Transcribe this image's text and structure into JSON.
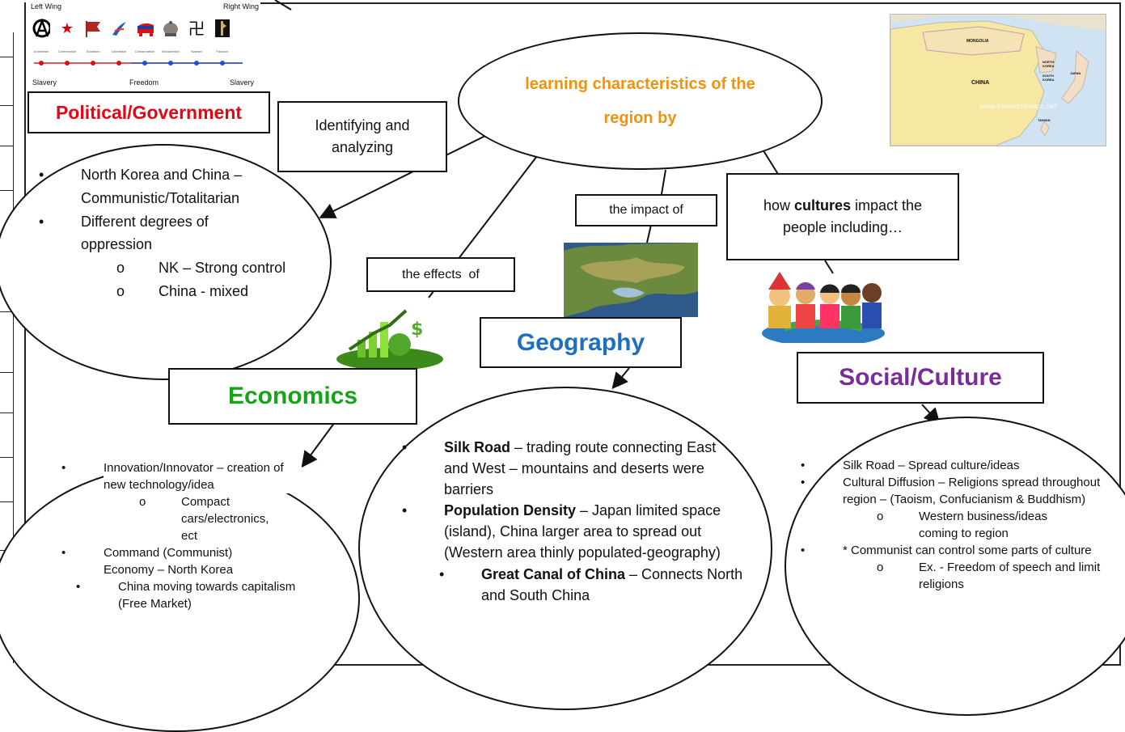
{
  "spectrum": {
    "left_label": "Left Wing",
    "right_label": "Right Wing",
    "ideologies": [
      "Anarchism",
      "Communism",
      "Socialism",
      "Liberalism",
      "Conservatism",
      "Monarchism",
      "Nazism",
      "Fascism"
    ],
    "bottom_left": "Slavery",
    "bottom_center": "Freedom",
    "bottom_right": "Slavery"
  },
  "map": {
    "china": "CHINA",
    "mongolia": "MONGOLIA",
    "north_korea": "NORTH KOREA",
    "south_korea": "SOUTH KOREA",
    "japan": "JAPAN",
    "taiwan": "TAIWAN",
    "watermark": "www.freeworldmaps.net"
  },
  "center": {
    "title": "learning characteristics of the region by"
  },
  "connectors": {
    "identifying": "Identifying and analyzing",
    "impact": "the impact of",
    "effects": "the effects  of",
    "cultures_before": "how ",
    "cultures_bold": "cultures",
    "cultures_after": " impact the people including…"
  },
  "titles": {
    "political": "Political/Government",
    "economics": "Economics",
    "geography": "Geography",
    "social": "Social/Culture"
  },
  "political": {
    "b1": "North Korea and China – Communistic/Totalitarian",
    "b2": "Different degrees of oppression",
    "s1": "NK – Strong control",
    "s2": "China - mixed"
  },
  "economics": {
    "b1": "Innovation/Innovator – creation of new technology/idea",
    "s1": "Compact cars/electronics, ect",
    "b2": "Command (Communist) Economy – North Korea",
    "b3": "China moving towards capitalism (Free Market)"
  },
  "geography": {
    "b1_bold": "Silk Road",
    "b1_rest": " – trading route connecting East and West – mountains and deserts were barriers",
    "b2_bold": "Population Density",
    "b2_rest": " – Japan limited space (island), China larger area to spread out (Western area thinly populated-geography)",
    "b3_bold": "Great Canal of China",
    "b3_rest": " – Connects North and South China"
  },
  "social": {
    "b1": "Silk  Road – Spread culture/ideas",
    "b2": "Cultural Diffusion – Religions spread throughout region – (Taoism, Confucianism & Buddhism)",
    "s1": "Western business/ideas coming to region",
    "b3": "* Communist can control some parts of culture",
    "s2": "Ex. - Freedom of speech and limit religions"
  },
  "colors": {
    "political": "#e30613",
    "economics": "#16a318",
    "geography": "#1f6fc0",
    "social": "#7a2c9a",
    "center": "#f2920c"
  }
}
